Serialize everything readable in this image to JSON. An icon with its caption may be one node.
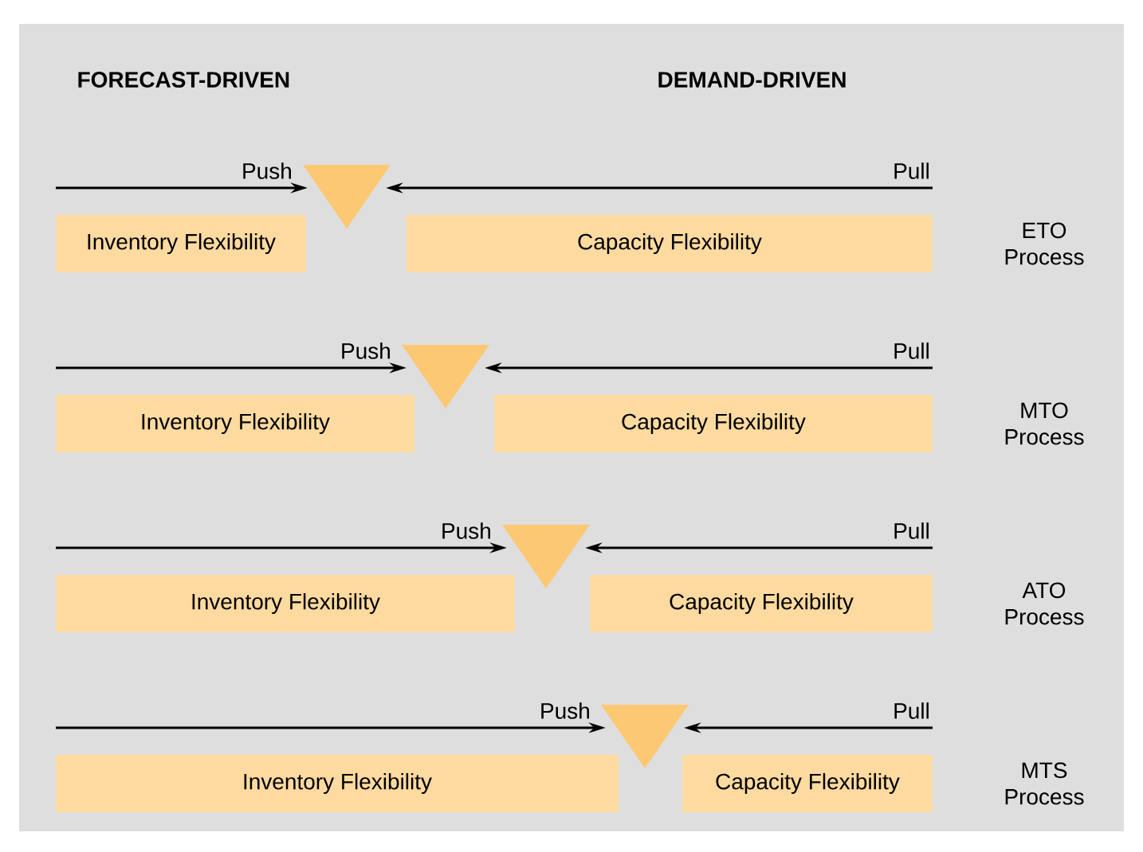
{
  "diagram": {
    "nodes": [
      {
        "text": [
          "Inventory Flexibility"
        ]
      },
      {
        "text": [],
        "shape": "triangle"
      },
      {
        "text": [
          "Capacity Flexibility"
        ]
      },
      {
        "text": [
          "Inventory Flexibility"
        ]
      },
      {
        "text": [],
        "shape": "triangle"
      },
      {
        "text": [
          "Capacity Flexibility"
        ]
      },
      {
        "text": [
          "Inventory Flexibility"
        ]
      },
      {
        "text": [],
        "shape": "triangle"
      },
      {
        "text": [
          "Capacity Flexibility"
        ]
      },
      {
        "text": [
          "Inventory Flexibility"
        ]
      },
      {
        "text": [],
        "shape": "triangle"
      },
      {
        "text": [
          "Capacity Flexibility"
        ]
      }
    ],
    "edges": [
      {
        "from": null,
        "to": 1,
        "arrow": "to",
        "label": "Push"
      },
      {
        "from": null,
        "to": 1,
        "arrow": "to",
        "label": "Pull"
      },
      {
        "from": null,
        "to": 4,
        "arrow": "to",
        "label": "Push"
      },
      {
        "from": null,
        "to": 4,
        "arrow": "to",
        "label": "Pull"
      },
      {
        "from": null,
        "to": 7,
        "arrow": "to",
        "label": "Push"
      },
      {
        "from": null,
        "to": 7,
        "arrow": "to",
        "label": "Pull"
      },
      {
        "from": null,
        "to": 10,
        "arrow": "to",
        "label": "Push"
      },
      {
        "from": null,
        "to": 10,
        "arrow": "to",
        "label": "Pull"
      }
    ],
    "labels": [
      "FORECAST-DRIVEN",
      "DEMAND-DRIVEN",
      "ETO Process",
      "MTO Process",
      "ATO Process",
      "MTS Process"
    ]
  }
}
